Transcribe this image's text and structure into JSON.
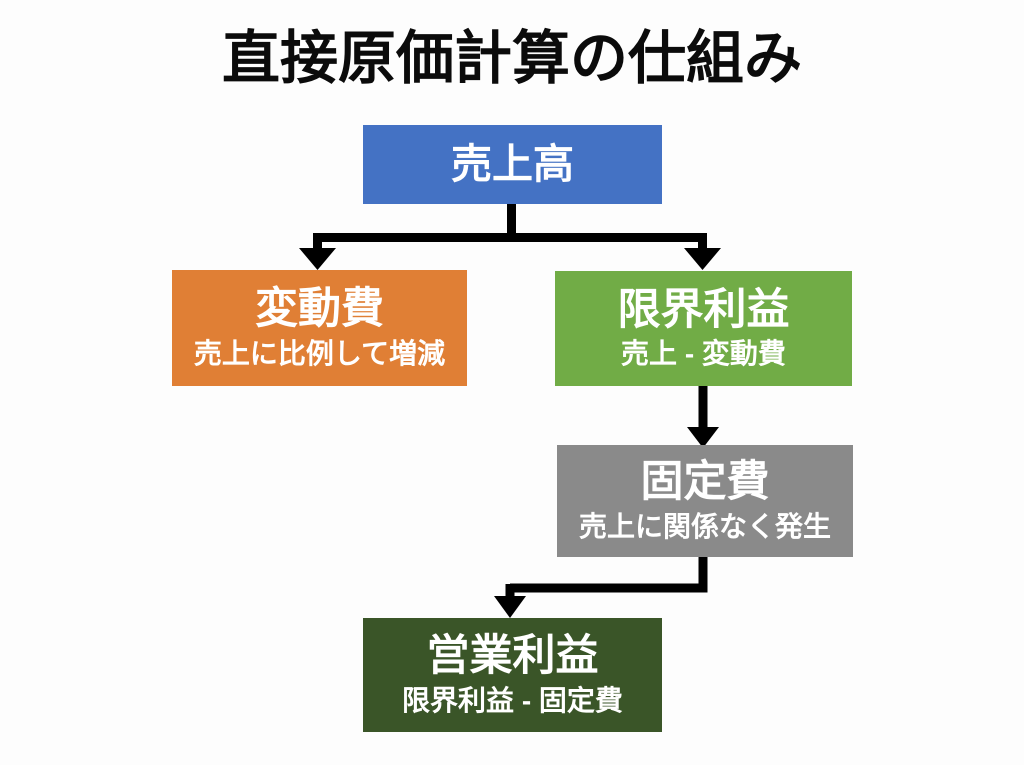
{
  "title": "直接原価計算の仕組み",
  "diagram": {
    "background_color": "#FDFDFD",
    "title_color": "#0B0B0B",
    "arrow_color": "#000000",
    "node_text_color": "#FFFFFF",
    "nodes": {
      "sales": {
        "label": "売上高",
        "color": "#4472C4"
      },
      "variable_cost": {
        "label": "変動費",
        "sublabel": "売上に比例して増減",
        "color": "#E07F35"
      },
      "marginal_profit": {
        "label": "限界利益",
        "sublabel": "売上 - 変動費",
        "color": "#71AC46"
      },
      "fixed_cost": {
        "label": "固定費",
        "sublabel": "売上に関係なく発生",
        "color": "#8A8A8A"
      },
      "operating_profit": {
        "label": "営業利益",
        "sublabel": "限界利益 - 固定費",
        "color": "#3A5528"
      }
    },
    "edges": [
      {
        "from": "売上高",
        "to": "変動費"
      },
      {
        "from": "売上高",
        "to": "限界利益"
      },
      {
        "from": "限界利益",
        "to": "固定費"
      },
      {
        "from": "固定費",
        "to": "営業利益"
      }
    ]
  }
}
